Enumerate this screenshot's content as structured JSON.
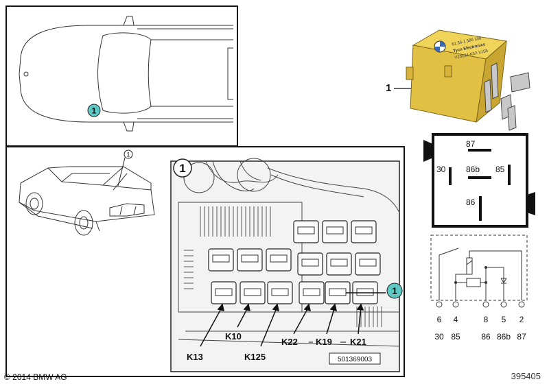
{
  "callout": "1",
  "item_number": "1",
  "relay_label": {
    "line1": "61.36-1 389 100",
    "line2": "Tyco Electronics",
    "line3": "V23134-K52-X155"
  },
  "pin_diagram": {
    "pin_87": "87",
    "pin_30": "30",
    "pin_86b": "86b",
    "pin_85": "85",
    "pin_86": "86"
  },
  "circuit": {
    "terminals_top": [
      "6",
      "4",
      "8",
      "5",
      "2"
    ],
    "terminals_bottom": [
      "30",
      "85",
      "86",
      "86b",
      "87"
    ]
  },
  "relay_positions": [
    "K13",
    "K10",
    "K125",
    "K22",
    "K19",
    "K21"
  ],
  "code_box": "501369003",
  "copyright": "© 2014 BMW AG",
  "image_number": "395405",
  "colors": {
    "callout_fill": "#5ec8c4",
    "relay_yellow": "#e8c84a",
    "relay_dark": "#c9a632"
  }
}
